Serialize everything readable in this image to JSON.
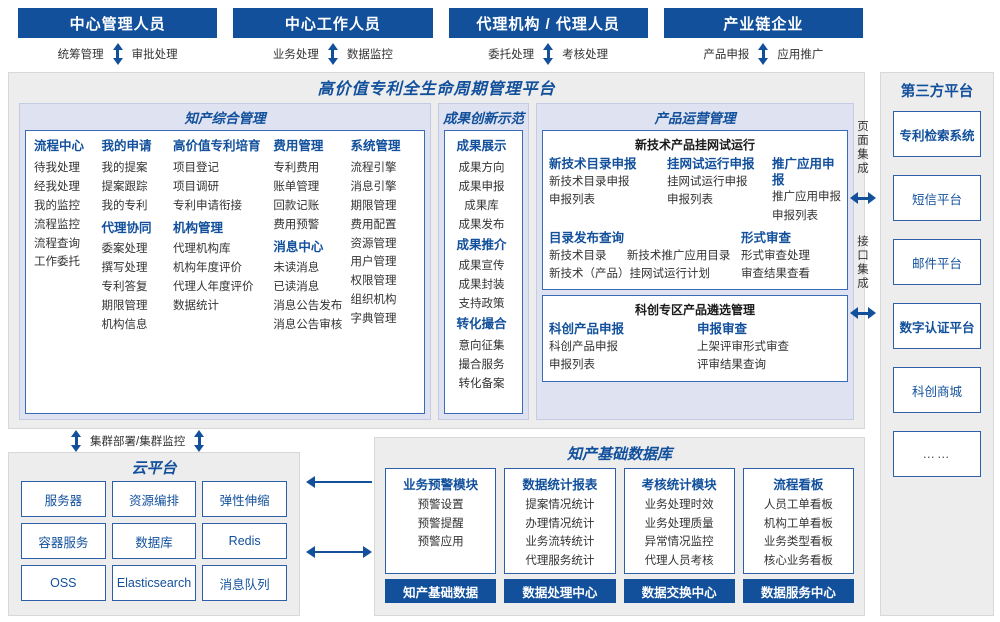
{
  "roles": [
    {
      "title": "中心管理人员",
      "left": "统筹管理",
      "right": "审批处理"
    },
    {
      "title": "中心工作人员",
      "left": "业务处理",
      "right": "数据监控"
    },
    {
      "title": "代理机构 / 代理人员",
      "left": "委托处理",
      "right": "考核处理"
    },
    {
      "title": "产业链企业",
      "left": "产品申报",
      "right": "应用推广"
    }
  ],
  "platform": {
    "title": "高价值专利全生命周期管理平台",
    "sections": {
      "ip": {
        "title": "知产综合管理",
        "columns": [
          {
            "groups": [
              {
                "name": "流程中心",
                "items": [
                  "待我处理",
                  "经我处理",
                  "我的监控",
                  "流程监控",
                  "流程查询",
                  "工作委托"
                ]
              }
            ]
          },
          {
            "groups": [
              {
                "name": "我的申请",
                "items": [
                  "我的提案",
                  "提案跟踪",
                  "我的专利"
                ]
              },
              {
                "name": "代理协同",
                "items": [
                  "委案处理",
                  "撰写处理",
                  "专利答复",
                  "期限管理",
                  "机构信息"
                ]
              }
            ]
          },
          {
            "groups": [
              {
                "name": "高价值专利培育",
                "items": [
                  "项目登记",
                  "项目调研",
                  "专利申请衔接"
                ]
              },
              {
                "name": "机构管理",
                "items": [
                  "代理机构库",
                  "机构年度评价",
                  "代理人年度评价",
                  "数据统计"
                ]
              }
            ]
          },
          {
            "groups": [
              {
                "name": "费用管理",
                "items": [
                  "专利费用",
                  "账单管理",
                  "回款记账",
                  "费用预警"
                ]
              },
              {
                "name": "消息中心",
                "items": [
                  "未读消息",
                  "已读消息",
                  "消息公告发布",
                  "消息公告审核"
                ]
              }
            ]
          },
          {
            "groups": [
              {
                "name": "系统管理",
                "items": [
                  "流程引擎",
                  "消息引擎",
                  "期限管理",
                  "费用配置",
                  "资源管理",
                  "用户管理",
                  "权限管理",
                  "组织机构",
                  "字典管理"
                ]
              }
            ]
          }
        ]
      },
      "achievement": {
        "title": "成果创新示范",
        "groups": [
          {
            "name": "成果展示",
            "items": [
              "成果方向",
              "成果申报",
              "成果库",
              "成果发布"
            ]
          },
          {
            "name": "成果推介",
            "items": [
              "成果宣传",
              "成果封装",
              "支持政策"
            ]
          },
          {
            "name": "转化撮合",
            "items": [
              "意向征集",
              "撮合服务",
              "转化备案"
            ]
          }
        ]
      },
      "product": {
        "title": "产品运营管理",
        "sub1": {
          "title": "新技术产品挂网试运行",
          "cols": [
            {
              "head": "新技术目录申报",
              "items": [
                "新技术目录申报",
                "申报列表"
              ]
            },
            {
              "head": "挂网试运行申报",
              "items": [
                "挂网试运行申报",
                "申报列表"
              ]
            },
            {
              "head": "推广应用申报",
              "items": [
                "推广应用申报",
                "申报列表"
              ]
            }
          ],
          "row2_left_head": "目录发布查询",
          "row2_left_line1_a": "新技术目录",
          "row2_left_line1_b": "新技术推广应用目录",
          "row2_left_line2": "新技术（产品）挂网试运行计划",
          "row2_right_head": "形式审查",
          "row2_right_items": [
            "形式审查处理",
            "审查结果查看"
          ]
        },
        "sub2": {
          "title": "科创专区产品遴选管理",
          "cols": [
            {
              "head": "科创产品申报",
              "items": [
                "科创产品申报",
                "申报列表"
              ]
            },
            {
              "head": "申报审查",
              "items": [
                "上架评审形式审查",
                "评审结果查询"
              ]
            }
          ]
        }
      }
    }
  },
  "integration": {
    "page_integration": "页面集成",
    "api_integration": "接口集成"
  },
  "third_party": {
    "title": "第三方平台",
    "items": [
      "专利检索系统",
      "短信平台",
      "邮件平台",
      "数字认证平台",
      "科创商城",
      "……"
    ]
  },
  "cluster_label": "集群部署/集群监控",
  "cloud": {
    "title": "云平台",
    "cells": [
      "服务器",
      "资源编排",
      "弹性伸缩",
      "容器服务",
      "数据库",
      "Redis",
      "OSS",
      "Elasticsearch",
      "消息队列"
    ]
  },
  "database": {
    "title": "知产基础数据库",
    "columns": [
      {
        "head": "业务预警模块",
        "items": [
          "预警设置",
          "预警提醒",
          "预警应用"
        ],
        "foot": "知产基础数据"
      },
      {
        "head": "数据统计报表",
        "items": [
          "提案情况统计",
          "办理情况统计",
          "业务流转统计",
          "代理服务统计"
        ],
        "foot": "数据处理中心"
      },
      {
        "head": "考核统计模块",
        "items": [
          "业务处理时效",
          "业务处理质量",
          "异常情况监控",
          "代理人员考核"
        ],
        "foot": "数据交换中心"
      },
      {
        "head": "流程看板",
        "items": [
          "人员工单看板",
          "机构工单看板",
          "业务类型看板",
          "核心业务看板"
        ],
        "foot": "数据服务中心"
      }
    ]
  },
  "colors": {
    "brand": "#12509C",
    "border": "#2c5fa8",
    "section_bg": "#dfe2f0",
    "panel_bg": "#ededed"
  }
}
